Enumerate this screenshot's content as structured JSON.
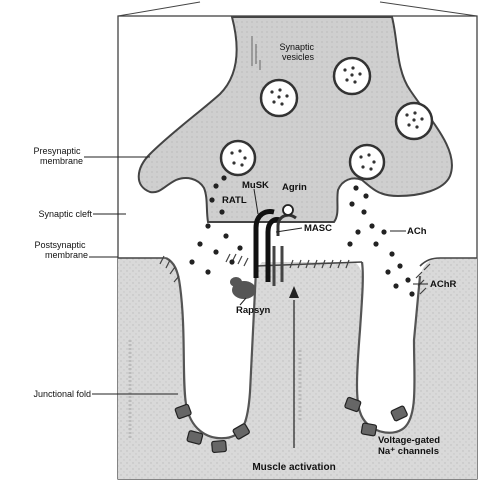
{
  "labels": {
    "synaptic_vesicles": [
      "Synaptic",
      "vesicles"
    ],
    "presynaptic_membrane": [
      "Presynaptic",
      "membrane"
    ],
    "synaptic_cleft": "Synaptic cleft",
    "postsynaptic_membrane": [
      "Postsynaptic",
      "membrane"
    ],
    "junctional_fold": "Junctional fold",
    "ratl": "RATL",
    "musk": "MuSK",
    "agrin": "Agrin",
    "masc": "MASC",
    "ach": "ACh",
    "achr": "AChR",
    "rapsyn": "Rapsyn",
    "voltage_gated": [
      "Voltage-gated",
      "Na⁺ channels"
    ],
    "muscle_activation": "Muscle activation"
  }
}
